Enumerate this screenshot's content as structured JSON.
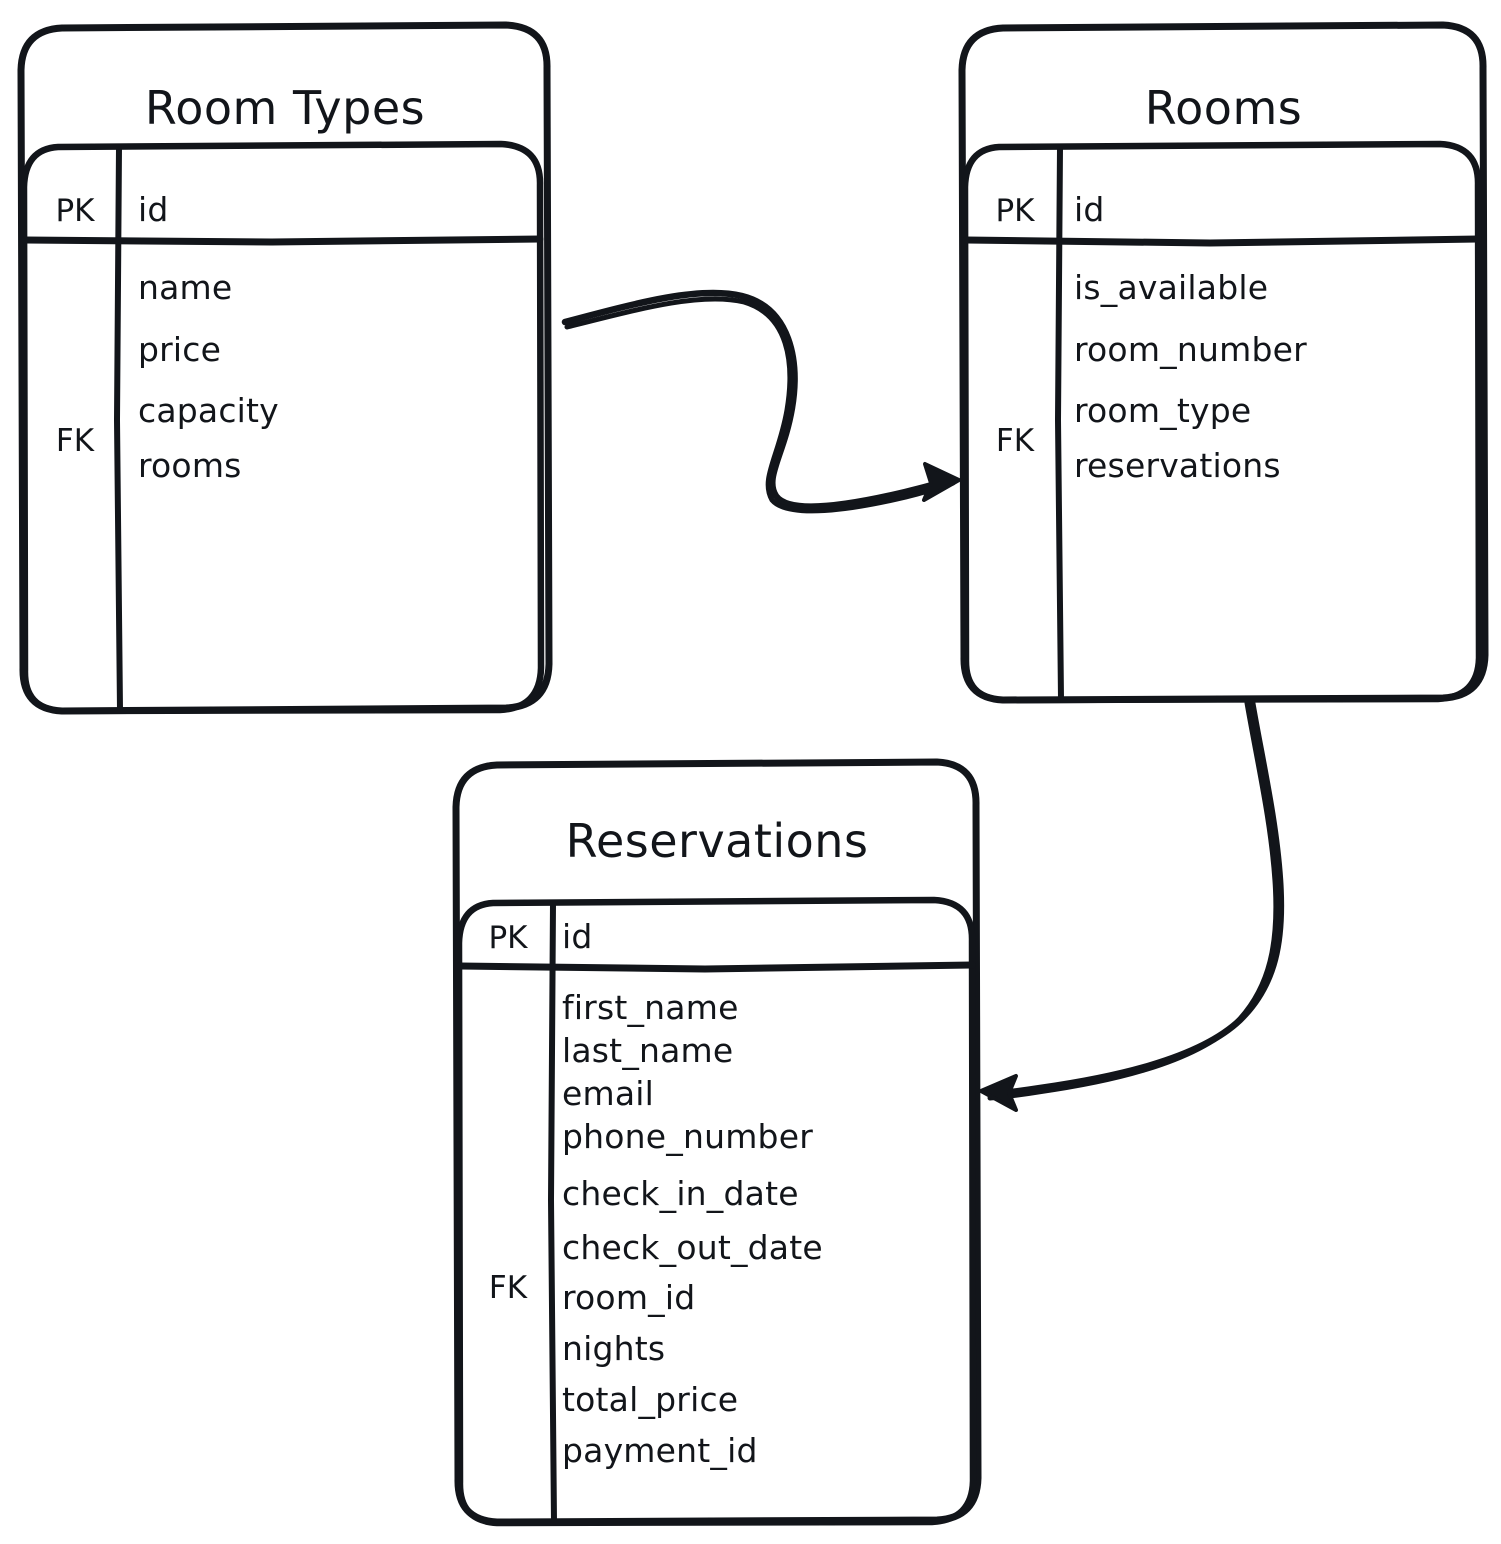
{
  "diagram": {
    "type": "entity-relationship-diagram",
    "style": "hand-drawn-sketch",
    "stroke_color": "#12151a",
    "background_color": "#ffffff",
    "entities": [
      {
        "id": "room-types",
        "name": "Room Types",
        "key_labels": {
          "pk": "PK",
          "fk": "FK"
        },
        "pk_field": "id",
        "fields": [
          "name",
          "price",
          "capacity",
          "rooms"
        ],
        "fk_field": "rooms"
      },
      {
        "id": "rooms",
        "name": "Rooms",
        "key_labels": {
          "pk": "PK",
          "fk": "FK"
        },
        "pk_field": "id",
        "fields": [
          "is_available",
          "room_number",
          "room_type",
          "reservations"
        ],
        "fk_field": "reservations"
      },
      {
        "id": "reservations",
        "name": "Reservations",
        "key_labels": {
          "pk": "PK",
          "fk": "FK"
        },
        "pk_field": "id",
        "fields": [
          "first_name",
          "last_name",
          "email",
          "phone_number",
          "check_in_date",
          "check_out_date",
          "room_id",
          "nights",
          "total_price",
          "payment_id"
        ],
        "fk_field": "room_id"
      }
    ],
    "relationships": [
      {
        "id": "rel-roomtypes-rooms",
        "from": "room-types",
        "to": "rooms",
        "direction": "to-rooms"
      },
      {
        "id": "rel-rooms-reservations",
        "from": "rooms",
        "to": "reservations",
        "direction": "to-reservations"
      }
    ]
  }
}
